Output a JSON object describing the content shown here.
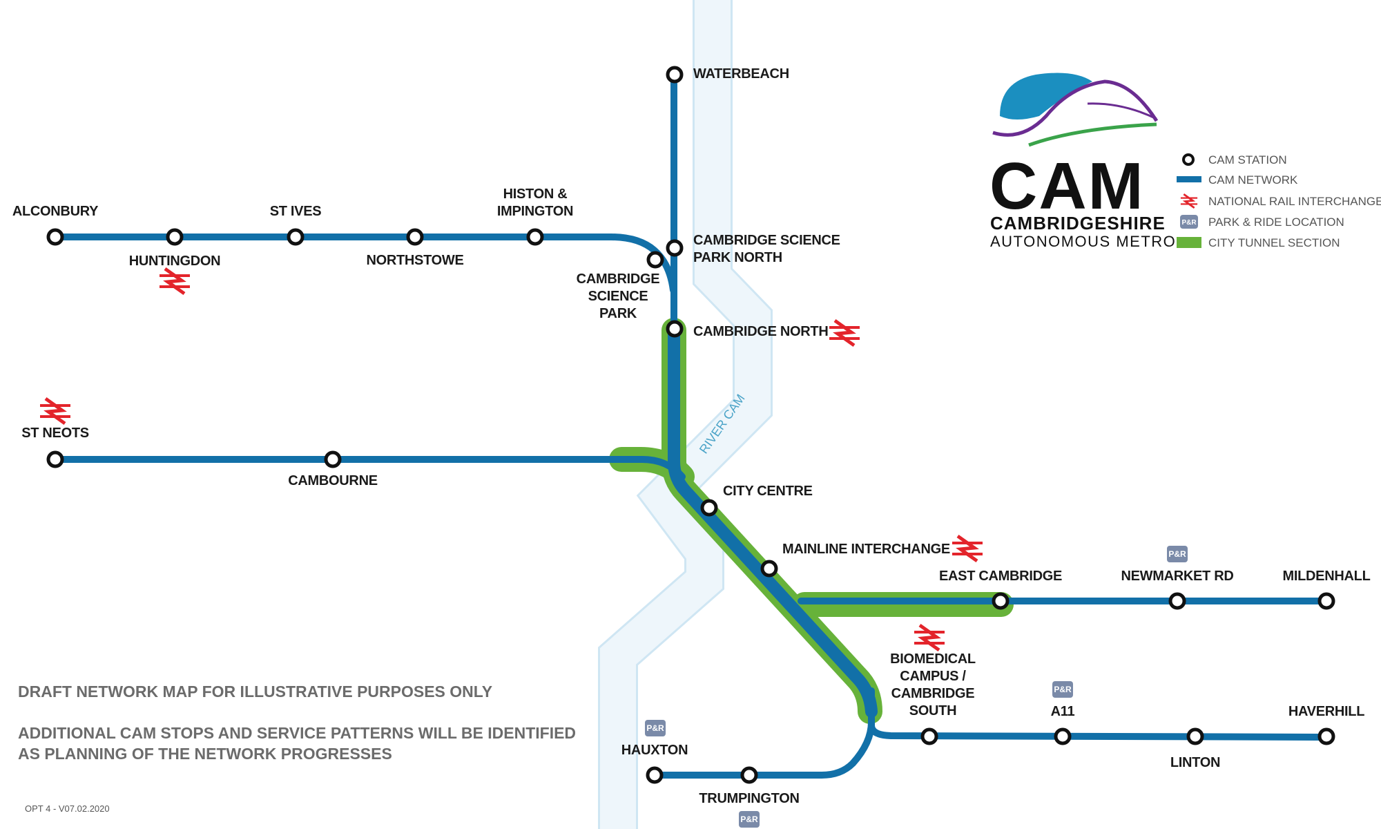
{
  "colors": {
    "network": "#1270a8",
    "tunnel": "#67b23a",
    "river_fill": "#eef6fb",
    "river_edge": "#cfe6f3",
    "rail_icon": "#e3242b",
    "park_ride": "#7a8aa8",
    "logo_blue": "#1b8fc0",
    "logo_purple": "#6a2c91",
    "logo_green": "#3aa34a"
  },
  "river": {
    "label": "RIVER CAM"
  },
  "stations": [
    {
      "id": "alconbury",
      "label": [
        "ALCONBURY"
      ]
    },
    {
      "id": "huntingdon",
      "label": [
        "HUNTINGDON"
      ]
    },
    {
      "id": "st-ives",
      "label": [
        "ST IVES"
      ]
    },
    {
      "id": "northstowe",
      "label": [
        "NORTHSTOWE"
      ]
    },
    {
      "id": "histon",
      "label": [
        "HISTON &",
        "IMPINGTON"
      ]
    },
    {
      "id": "csp",
      "label": [
        "CAMBRIDGE",
        "SCIENCE",
        "PARK"
      ]
    },
    {
      "id": "cspn",
      "label": [
        "CAMBRIDGE SCIENCE",
        "PARK NORTH"
      ]
    },
    {
      "id": "waterbeach",
      "label": [
        "WATERBEACH"
      ]
    },
    {
      "id": "cam-north",
      "label": [
        "CAMBRIDGE NORTH"
      ]
    },
    {
      "id": "st-neots",
      "label": [
        "ST NEOTS"
      ]
    },
    {
      "id": "cambourne",
      "label": [
        "CAMBOURNE"
      ]
    },
    {
      "id": "city-centre",
      "label": [
        "CITY CENTRE"
      ]
    },
    {
      "id": "mainline",
      "label": [
        "MAINLINE INTERCHANGE"
      ]
    },
    {
      "id": "east-cam",
      "label": [
        "EAST CAMBRIDGE"
      ]
    },
    {
      "id": "newmarket",
      "label": [
        "NEWMARKET RD"
      ]
    },
    {
      "id": "mildenhall",
      "label": [
        "MILDENHALL"
      ]
    },
    {
      "id": "biomedical",
      "label": [
        "BIOMEDICAL",
        "CAMPUS /",
        "CAMBRIDGE",
        "SOUTH"
      ]
    },
    {
      "id": "a11",
      "label": [
        "A11"
      ]
    },
    {
      "id": "linton",
      "label": [
        "LINTON"
      ]
    },
    {
      "id": "haverhill",
      "label": [
        "HAVERHILL"
      ]
    },
    {
      "id": "hauxton",
      "label": [
        "HAUXTON"
      ]
    },
    {
      "id": "trumpington",
      "label": [
        "TRUMPINGTON"
      ]
    }
  ],
  "park_ride_badge": "P&R",
  "legend": {
    "items": [
      {
        "symbol": "station",
        "label": "CAM STATION"
      },
      {
        "symbol": "network",
        "label": "CAM NETWORK"
      },
      {
        "symbol": "rail",
        "label": "NATIONAL RAIL INTERCHANGE"
      },
      {
        "symbol": "parkride",
        "label": "PARK & RIDE LOCATION"
      },
      {
        "symbol": "tunnel",
        "label": "CITY TUNNEL SECTION"
      }
    ]
  },
  "logo": {
    "name": "CAM",
    "line1": "CAMBRIDGESHIRE",
    "line2": "AUTONOMOUS METRO"
  },
  "notes": {
    "line1": "DRAFT NETWORK MAP FOR ILLUSTRATIVE PURPOSES ONLY",
    "line2": "ADDITIONAL CAM STOPS AND SERVICE PATTERNS WILL BE IDENTIFIED",
    "line3": "AS PLANNING OF THE NETWORK PROGRESSES"
  },
  "version": "OPT 4 - V07.02.2020"
}
